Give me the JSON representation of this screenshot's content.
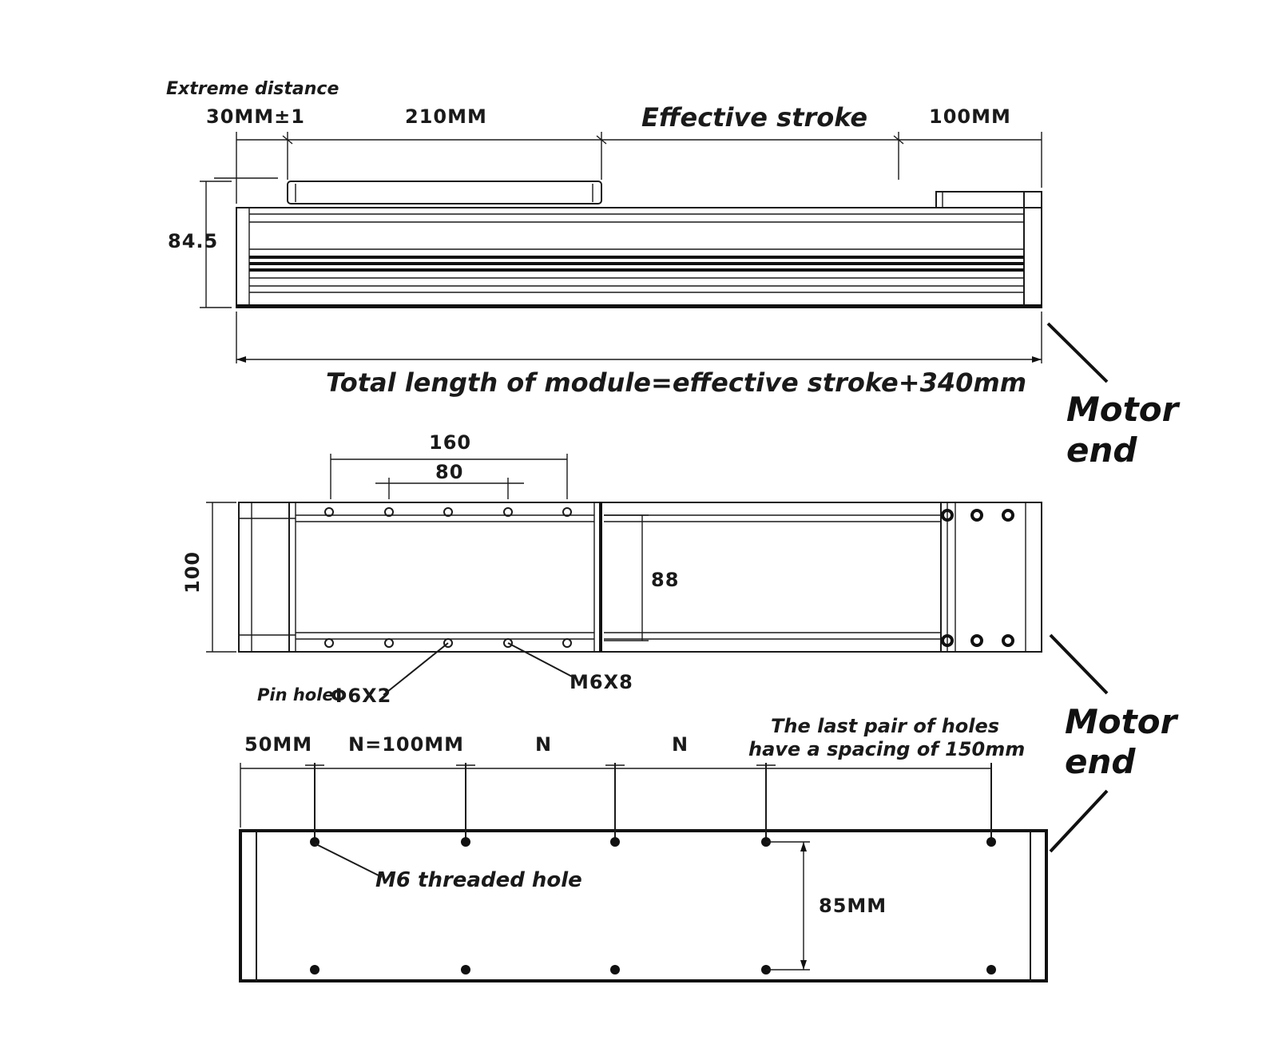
{
  "top_view": {
    "extreme_distance_label": "Extreme distance",
    "dim_30": "30MM±1",
    "dim_210": "210MM",
    "effective_stroke_label": "Effective stroke",
    "dim_100": "100MM",
    "height_dim": "84.5",
    "total_length_label": "Total length of module=effective stroke+340mm"
  },
  "middle_view": {
    "dim_160": "160",
    "dim_80": "80",
    "width_dim": "100",
    "inner_dim": "88",
    "pin_hole_label": "Pin hole",
    "pin_hole_spec": "Φ6X2",
    "m6x8_label": "M6X8"
  },
  "bottom_view": {
    "dim_50": "50MM",
    "dim_n100": "N=100MM",
    "dim_n1": "N",
    "dim_n2": "N",
    "last_pair_line1": "The last pair of holes",
    "last_pair_line2": "have a spacing of 150mm",
    "threaded_hole_label": "M6 threaded hole",
    "spacing_dim": "85MM"
  },
  "motor_end_upper": {
    "line1": "Motor",
    "line2": "end"
  },
  "motor_end_lower": {
    "line1": "Motor",
    "line2": "end"
  }
}
